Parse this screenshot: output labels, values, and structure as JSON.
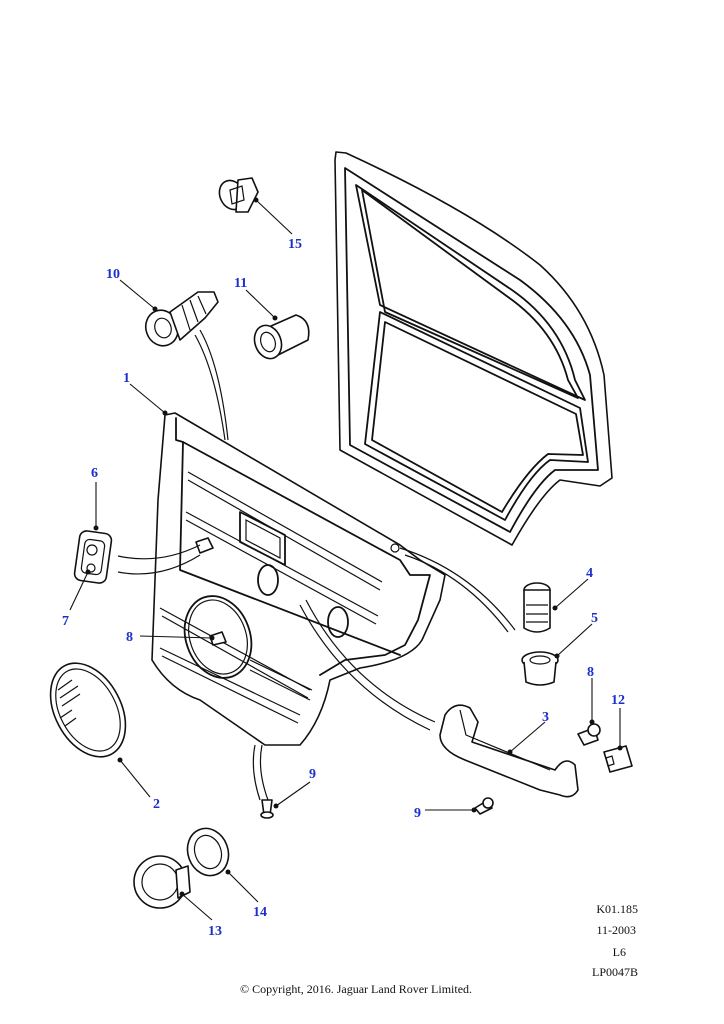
{
  "callouts": {
    "c1": "1",
    "c2": "2",
    "c3": "3",
    "c4": "4",
    "c5": "5",
    "c6": "6",
    "c7": "7",
    "c8a": "8",
    "c8b": "8",
    "c9a": "9",
    "c9b": "9",
    "c10": "10",
    "c11": "11",
    "c12": "12",
    "c13": "13",
    "c14": "14",
    "c15": "15"
  },
  "reference": {
    "code": "K01.185",
    "date": "11-2003",
    "level": "L6",
    "plate": "LP0047B"
  },
  "copyright": "© Copyright, 2016. Jaguar Land Rover Limited.",
  "colors": {
    "callout": "#1a2fcc",
    "line": "#111111"
  }
}
